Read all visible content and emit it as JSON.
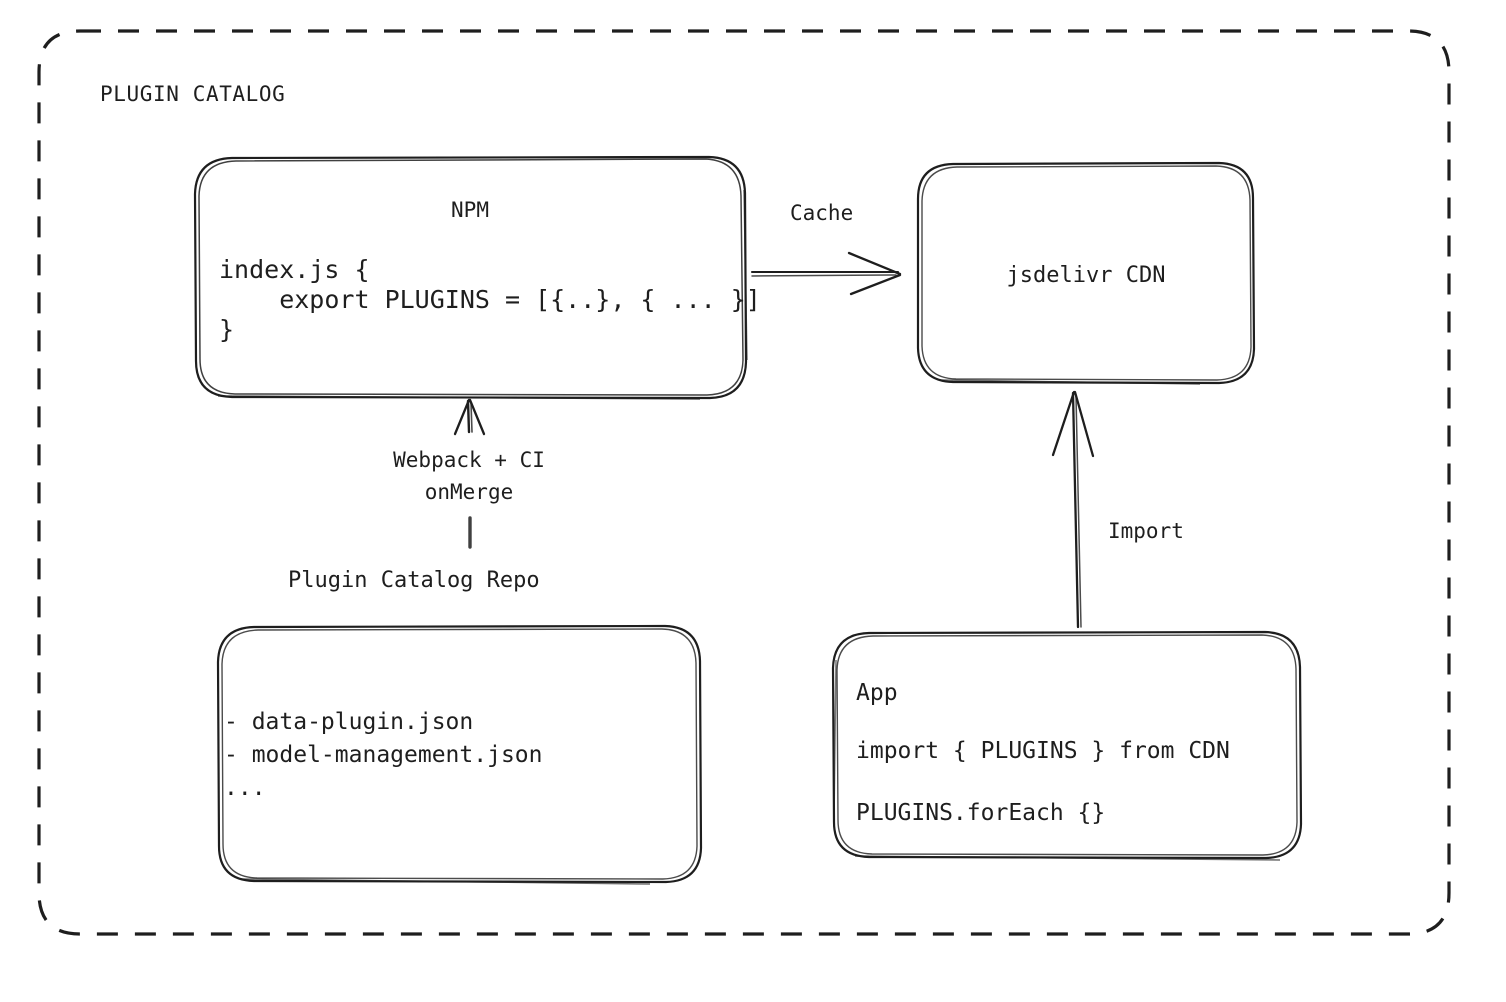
{
  "frame": {
    "title": "PLUGIN CATALOG",
    "style": "dashed-rounded-rectangle",
    "stroke_color": "#1e1e1e"
  },
  "nodes": {
    "npm": {
      "title": "NPM",
      "code": [
        "index.js {",
        "    export PLUGINS = [{..}, { ... }]",
        "}"
      ]
    },
    "cdn": {
      "label": "jsdelivr CDN"
    },
    "repo": {
      "caption": "Plugin Catalog Repo",
      "files": [
        "- data-plugin.json",
        "- model-management.json",
        "..."
      ]
    },
    "app": {
      "lines": [
        "App",
        "import { PLUGINS } from CDN",
        "PLUGINS.forEach {}"
      ]
    }
  },
  "edges": {
    "cache": {
      "label": "Cache",
      "direction": "right"
    },
    "build": {
      "labels": [
        "Webpack + CI",
        "onMerge"
      ],
      "direction": "up"
    },
    "import": {
      "label": "Import",
      "direction": "up"
    }
  },
  "colors": {
    "background": "#ffffff",
    "stroke": "#1e1e1e",
    "text": "#1e1e1e"
  }
}
